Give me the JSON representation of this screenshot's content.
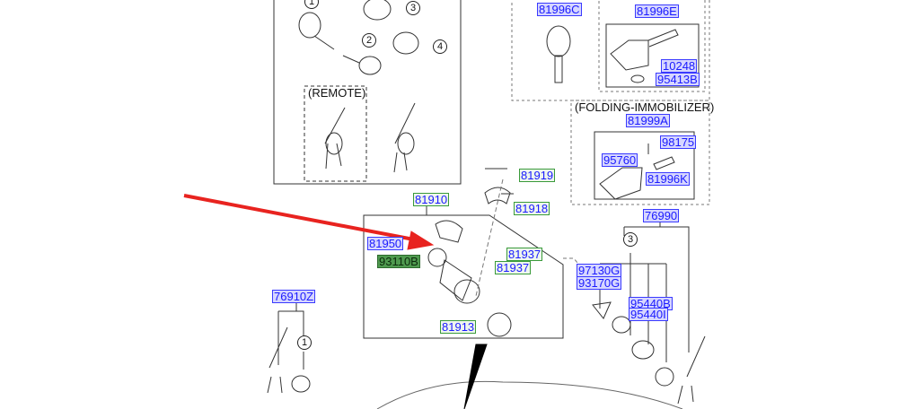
{
  "captions": {
    "remote": "(REMOTE)",
    "folding": "(FOLDING-IMMOBILIZER)"
  },
  "callouts": [
    "1",
    "2",
    "3",
    "4",
    "3",
    "1"
  ],
  "parts": {
    "p81996C": "81996C",
    "p81996E": "81996E",
    "p10248": "10248",
    "p95413B": "95413B",
    "p81999A": "81999A",
    "p98175": "98175",
    "p95760": "95760",
    "p81996K": "81996K",
    "p81919": "81919",
    "p81918": "81918",
    "p81910": "81910",
    "p81950": "81950",
    "p93110B": "93110B",
    "p81937a": "81937",
    "p81937b": "81937",
    "p81913": "81913",
    "p76990": "76990",
    "p97130G": "97130G",
    "p93170G": "93170G",
    "p95440B": "95440B",
    "p95440I": "95440I",
    "p76910Z": "76910Z"
  },
  "colors": {
    "arrow": "#e8231f",
    "label_blue": "#1a1aff",
    "highlight": "#4f9a4f"
  }
}
